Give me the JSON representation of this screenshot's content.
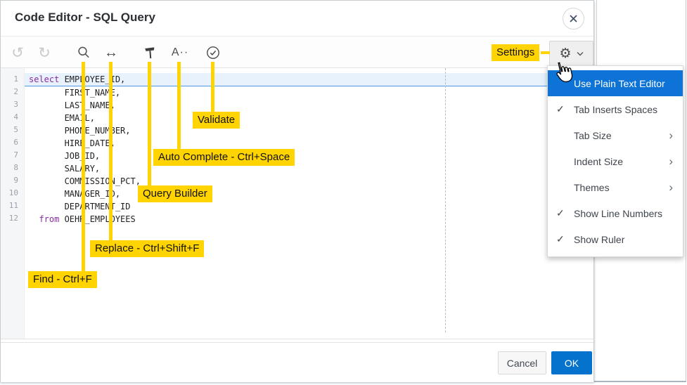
{
  "dialog": {
    "title": "Code Editor - SQL Query"
  },
  "toolbar": {
    "undo_glyph": "↺",
    "redo_glyph": "↻",
    "replace_glyph": "↔",
    "autocomplete_glyph": "A··",
    "gear_glyph": "⚙"
  },
  "callouts": {
    "find": "Find - Ctrl+F",
    "replace": "Replace - Ctrl+Shift+F",
    "query_builder": "Query Builder",
    "autocomplete": "Auto Complete - Ctrl+Space",
    "validate": "Validate",
    "settings": "Settings"
  },
  "editor": {
    "lines": [
      {
        "n": "1",
        "indent": "",
        "keyword": "select",
        "rest": " EMPLOYEE_ID,",
        "active": true
      },
      {
        "n": "2",
        "indent": "       ",
        "keyword": "",
        "rest": "FIRST_NAME,"
      },
      {
        "n": "3",
        "indent": "       ",
        "keyword": "",
        "rest": "LAST_NAME,"
      },
      {
        "n": "4",
        "indent": "       ",
        "keyword": "",
        "rest": "EMAIL,"
      },
      {
        "n": "5",
        "indent": "       ",
        "keyword": "",
        "rest": "PHONE_NUMBER,"
      },
      {
        "n": "6",
        "indent": "       ",
        "keyword": "",
        "rest": "HIRE_DATE,"
      },
      {
        "n": "7",
        "indent": "       ",
        "keyword": "",
        "rest": "JOB_ID,"
      },
      {
        "n": "8",
        "indent": "       ",
        "keyword": "",
        "rest": "SALARY,"
      },
      {
        "n": "9",
        "indent": "       ",
        "keyword": "",
        "rest": "COMMISSION_PCT,"
      },
      {
        "n": "10",
        "indent": "       ",
        "keyword": "",
        "rest": "MANAGER_ID,"
      },
      {
        "n": "11",
        "indent": "       ",
        "keyword": "",
        "rest": "DEPARTMENT_ID"
      },
      {
        "n": "12",
        "indent": "  ",
        "keyword": "from",
        "rest": " OEHR_EMPLOYEES"
      }
    ]
  },
  "menu": {
    "check_glyph": "✓",
    "submenu_glyph": "›",
    "items": [
      {
        "label": "Use Plain Text Editor",
        "checked": false,
        "submenu": false,
        "highlighted": true
      },
      {
        "label": "Tab Inserts Spaces",
        "checked": true,
        "submenu": false,
        "highlighted": false
      },
      {
        "label": "Tab Size",
        "checked": false,
        "submenu": true,
        "highlighted": false
      },
      {
        "label": "Indent Size",
        "checked": false,
        "submenu": true,
        "highlighted": false
      },
      {
        "label": "Themes",
        "checked": false,
        "submenu": true,
        "highlighted": false
      },
      {
        "label": "Show Line Numbers",
        "checked": true,
        "submenu": false,
        "highlighted": false
      },
      {
        "label": "Show Ruler",
        "checked": true,
        "submenu": false,
        "highlighted": false
      }
    ]
  },
  "footer": {
    "cancel_label": "Cancel",
    "ok_label": "OK"
  },
  "colors": {
    "callout_yellow": "#ffd400",
    "menu_highlight_blue": "#0d73d6",
    "ok_blue": "#0572ce",
    "keyword_purple": "#8a2ba2",
    "active_line_blue": "#e8f2fd"
  }
}
